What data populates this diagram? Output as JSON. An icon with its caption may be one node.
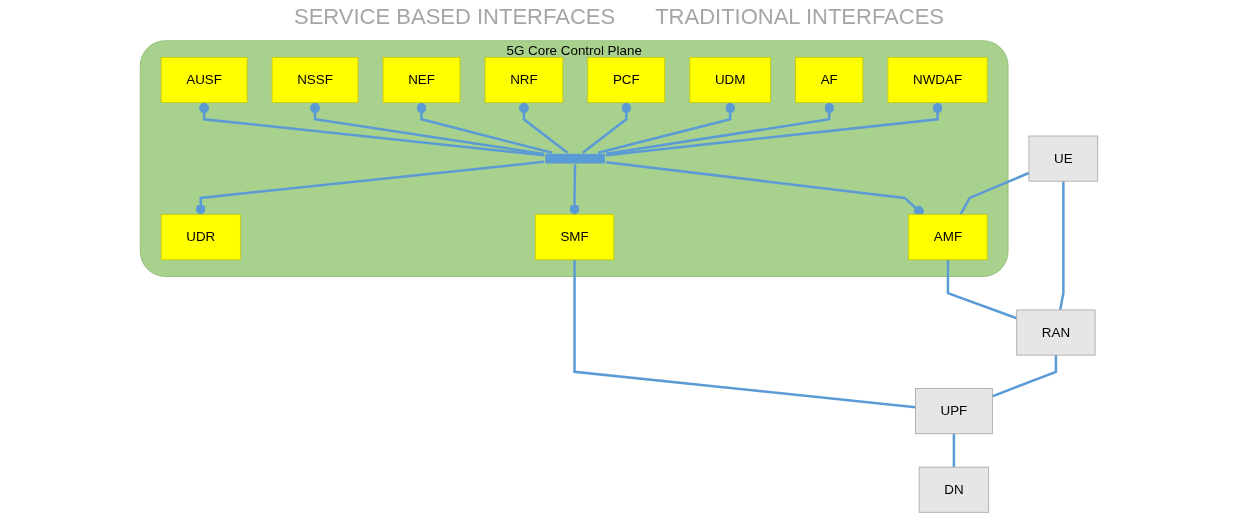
{
  "diagram": {
    "nodes": [
      {
        "text": [
          "5G Core Control Plane"
        ]
      },
      {
        "text": [
          "AUSF"
        ],
        "in": 0
      },
      {
        "text": [
          "NSSF"
        ],
        "in": 0
      },
      {
        "text": [
          "NEF"
        ],
        "in": 0
      },
      {
        "text": [
          "NRF"
        ],
        "in": 0
      },
      {
        "text": [
          "PCF"
        ],
        "in": 0
      },
      {
        "text": [
          "UDM"
        ],
        "in": 0
      },
      {
        "text": [
          "AF"
        ],
        "in": 0
      },
      {
        "text": [
          "NWDAF"
        ],
        "in": 0
      },
      {
        "text": [],
        "shape": "bar",
        "in": 0
      },
      {
        "text": [
          "UDR"
        ],
        "in": 0
      },
      {
        "text": [
          "AMF"
        ],
        "in": 0
      },
      {
        "text": [
          "SMF"
        ],
        "in": 0
      },
      {
        "text": [
          "UE"
        ]
      },
      {
        "text": [
          "RAN"
        ]
      },
      {
        "text": [
          "UPF"
        ]
      },
      {
        "text": [
          "DN"
        ]
      }
    ],
    "edges": [
      {
        "from": 1,
        "to": 9,
        "arrow": "other"
      },
      {
        "from": 2,
        "to": 9,
        "arrow": "other"
      },
      {
        "from": 3,
        "to": 9,
        "arrow": "other"
      },
      {
        "from": 4,
        "to": 9,
        "arrow": "other"
      },
      {
        "from": 5,
        "to": 9,
        "arrow": "other"
      },
      {
        "from": 6,
        "to": 9,
        "arrow": "other"
      },
      {
        "from": 7,
        "to": 9,
        "arrow": "other"
      },
      {
        "from": 8,
        "to": 9,
        "arrow": "other"
      },
      {
        "from": 9,
        "to": 10,
        "arrow": "other"
      },
      {
        "from": 9,
        "to": 11,
        "arrow": "other"
      },
      {
        "from": 9,
        "to": 12,
        "arrow": "other"
      },
      {
        "from": 13,
        "to": 11,
        "arrow": "none"
      },
      {
        "from": 11,
        "to": 14,
        "arrow": "none"
      },
      {
        "from": 12,
        "to": 15,
        "arrow": "none"
      },
      {
        "from": 13,
        "to": 14,
        "arrow": "none"
      },
      {
        "from": 14,
        "to": 15,
        "arrow": "none"
      },
      {
        "from": 15,
        "to": 16,
        "arrow": "none"
      }
    ],
    "labels": [
      "SERVICE BASED INTERFACES",
      "TRADITIONAL INTERFACES"
    ]
  }
}
